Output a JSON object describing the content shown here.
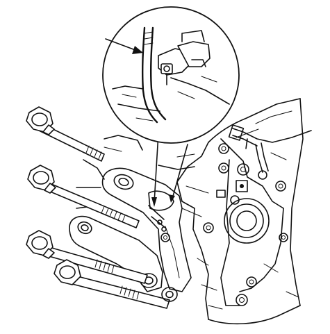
{
  "diagram": {
    "parts": [
      "engine-block",
      "mounting-bracket-upper",
      "mounting-bracket-lower",
      "bolt",
      "bolt",
      "bolt",
      "bolt",
      "wire-harness",
      "harness-clip",
      "detail-magnifier"
    ],
    "colors": {
      "line": "#111111",
      "background": "#ffffff"
    }
  }
}
